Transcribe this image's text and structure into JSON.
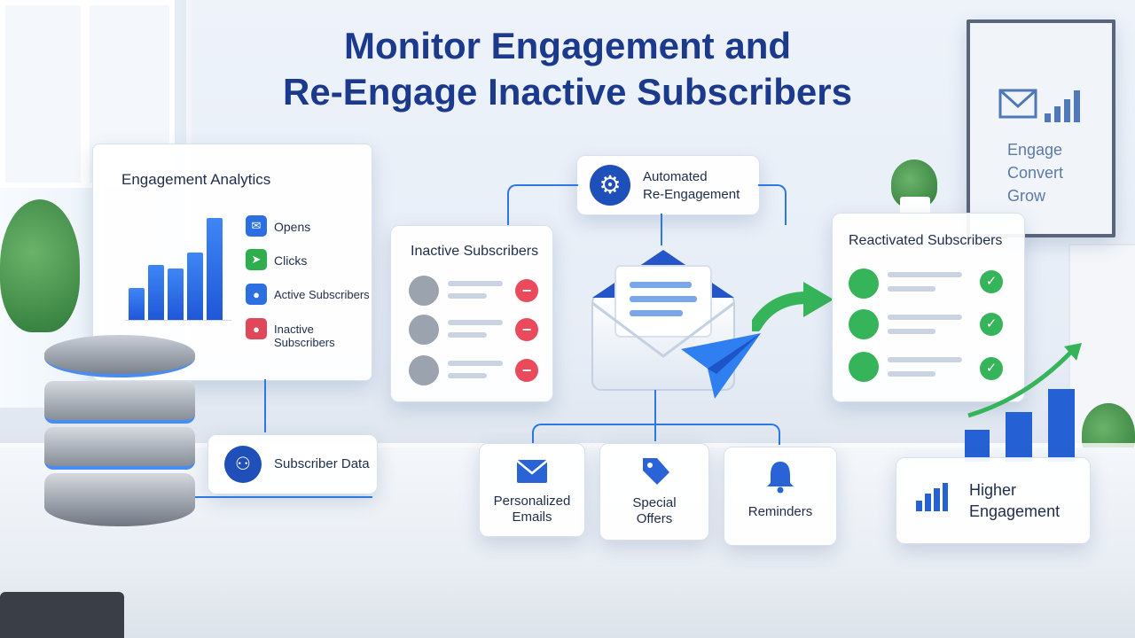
{
  "title": {
    "line1": "Monitor Engagement and",
    "line2": "Re-Engage Inactive Subscribers"
  },
  "poster": {
    "lines": [
      "Engage",
      "Convert",
      "Grow"
    ]
  },
  "analytics": {
    "title": "Engagement Analytics",
    "bars": [
      0.3,
      0.52,
      0.48,
      0.63,
      0.96
    ],
    "legend": [
      {
        "label": "Opens",
        "icon": "envelope-icon",
        "color": "#2b6fe0"
      },
      {
        "label": "Clicks",
        "icon": "cursor-icon",
        "color": "#2fae4e"
      },
      {
        "label": "Active Subscribers",
        "icon": "users-icon",
        "color": "#2b6fe0"
      },
      {
        "label": "Inactive Subscribers",
        "icon": "user-icon",
        "color": "#e0485a"
      }
    ]
  },
  "subscriber_data": {
    "label": "Subscriber Data"
  },
  "automated": {
    "line1": "Automated",
    "line2": "Re-Engagement"
  },
  "inactive": {
    "title": "Inactive Subscribers"
  },
  "reactivated": {
    "title": "Reactivated Subscribers"
  },
  "actions": {
    "personalized": {
      "line1": "Personalized",
      "line2": "Emails"
    },
    "offers": {
      "line1": "Special",
      "line2": "Offers"
    },
    "reminders": {
      "line1": "Reminders"
    }
  },
  "higher": {
    "line1": "Higher",
    "line2": "Engagement"
  },
  "colors": {
    "primary": "#1c3a8c",
    "accent": "#2e78e6",
    "inactive": "#ea4a5c",
    "active": "#2fae4e"
  }
}
